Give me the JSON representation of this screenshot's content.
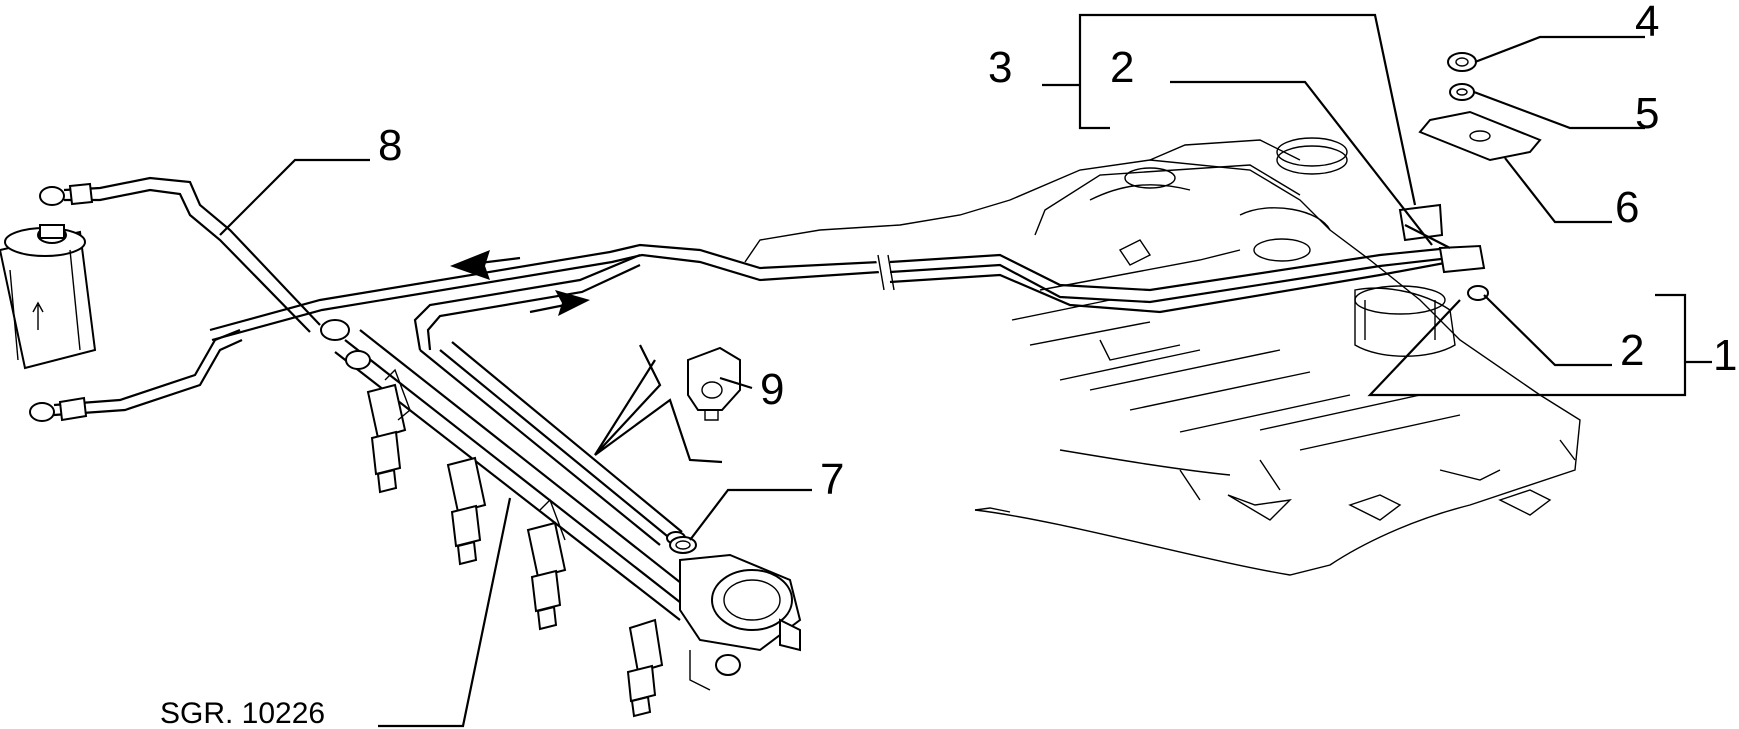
{
  "callouts": {
    "c1": "1",
    "c2a": "2",
    "c2b": "2",
    "c3": "3",
    "c4": "4",
    "c5": "5",
    "c6": "6",
    "c7": "7",
    "c8": "8",
    "c9": "9"
  },
  "reference_code": "SGR. 10226"
}
